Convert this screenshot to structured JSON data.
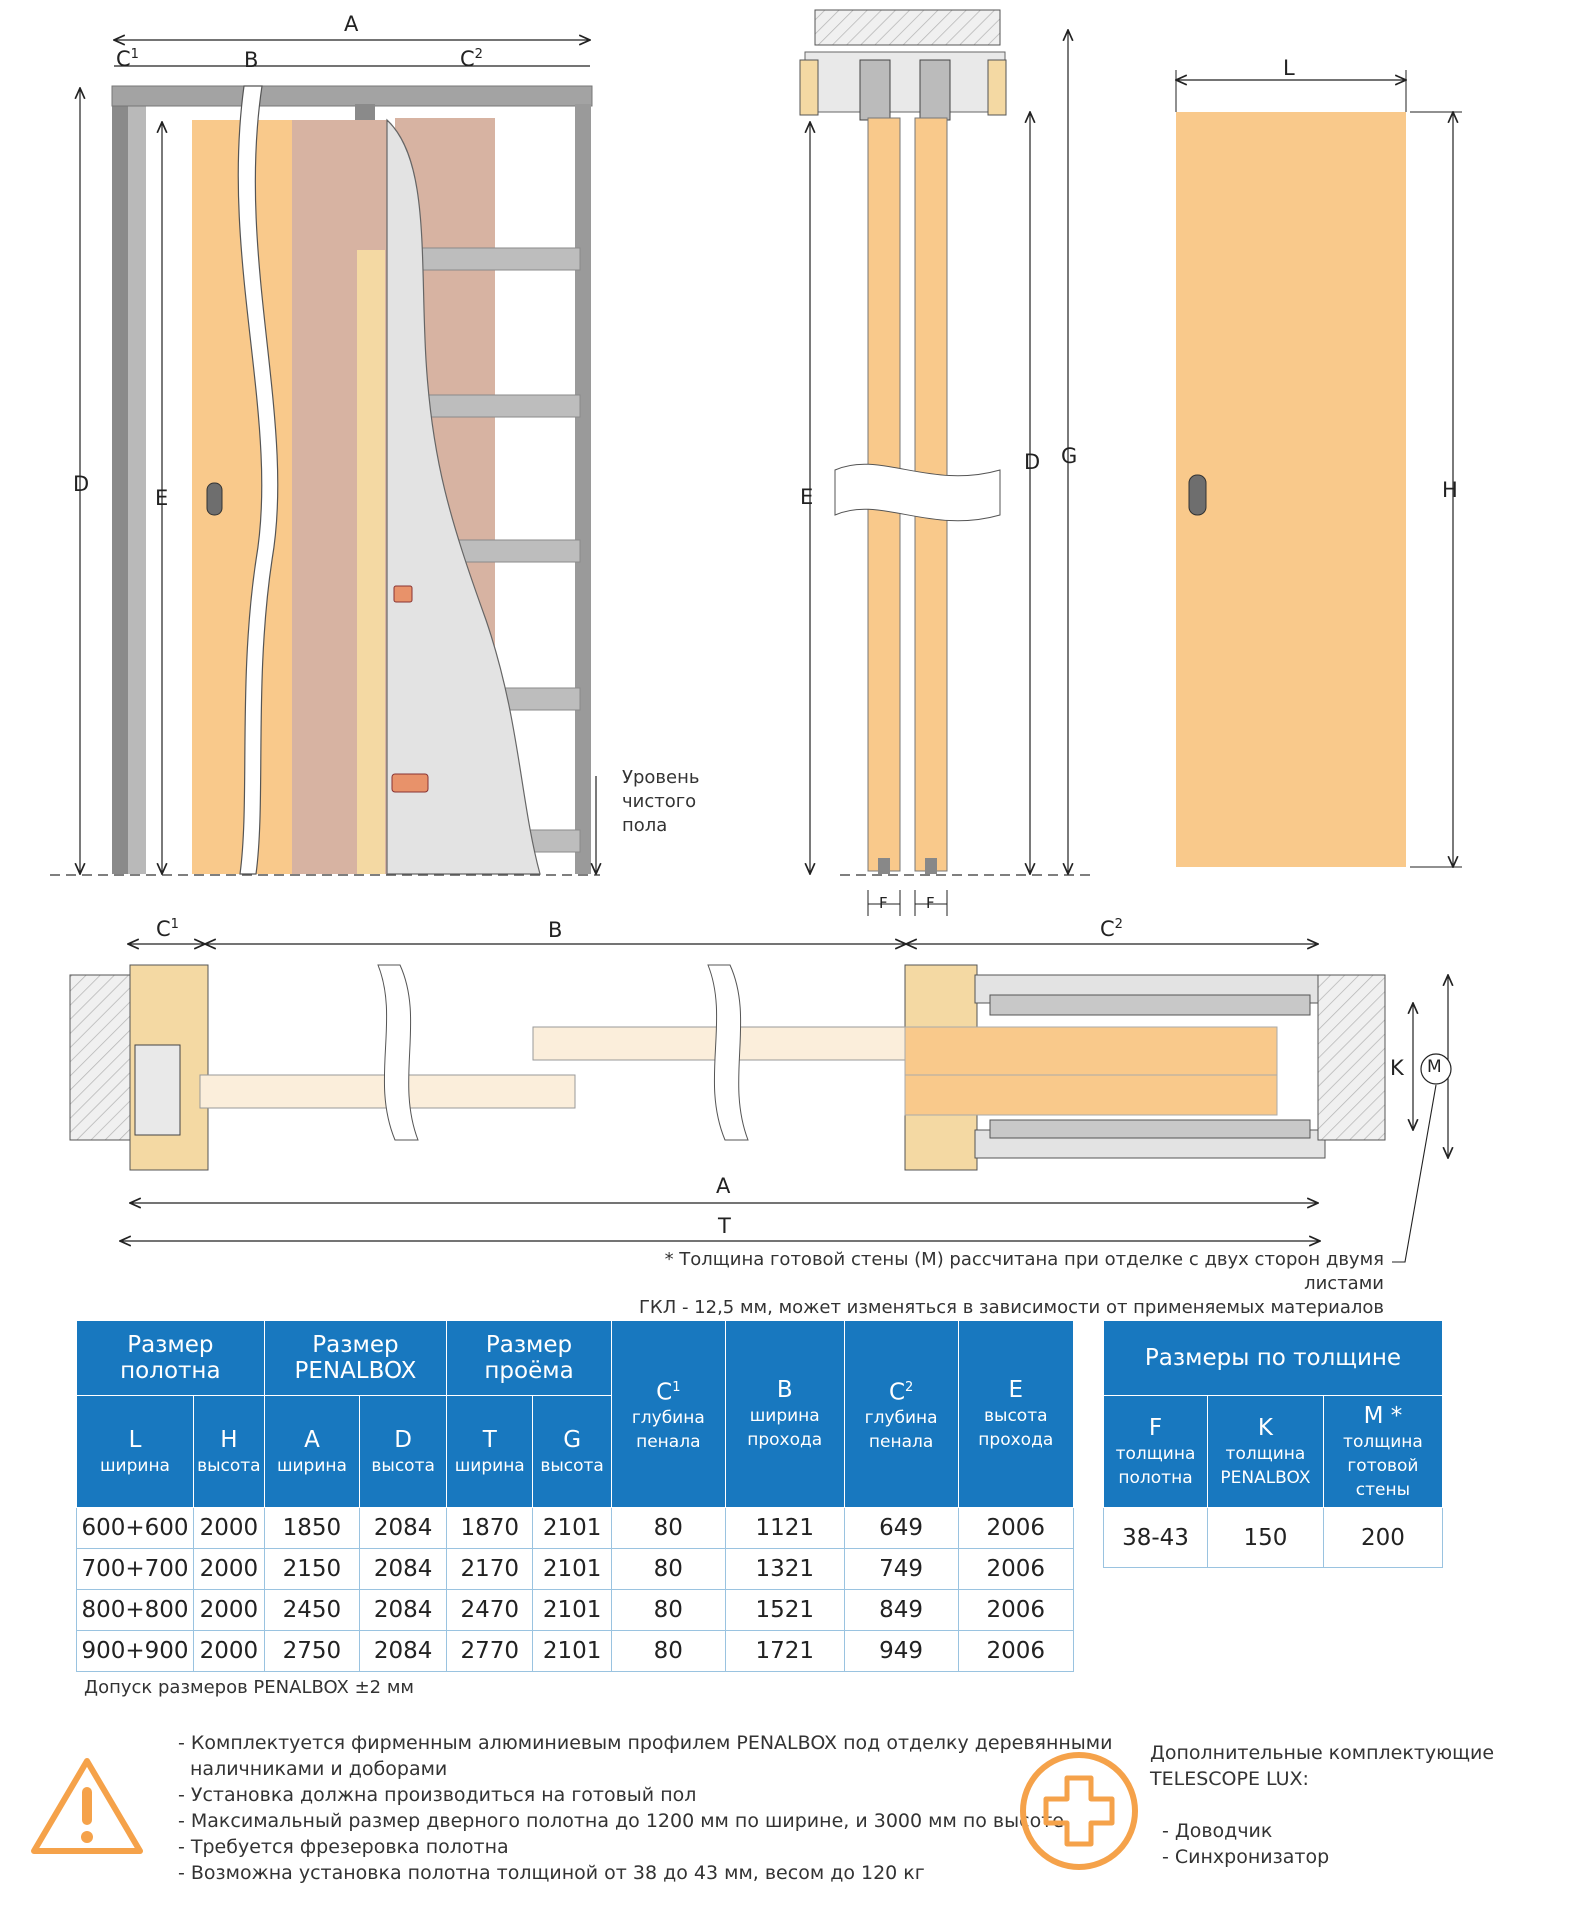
{
  "labels": {
    "A": "A",
    "B": "B",
    "C1": "C",
    "C1_sub": "1",
    "C2": "C",
    "C2_sub": "2",
    "D": "D",
    "E": "E",
    "F": "F",
    "G": "G",
    "H": "H",
    "K": "K",
    "L": "L",
    "M": "M",
    "T": "T"
  },
  "floor_level": [
    "Уровень",
    "чистого",
    "пола"
  ],
  "footnote": [
    "* Толщина готовой стены (М) рассчитана при отделке с двух сторон двумя листами",
    "ГКЛ - 12,5 мм, может изменяться в зависимости от применяемых материалов"
  ],
  "main_table": {
    "group_headers": [
      "Размер полотна",
      "Размер PENALBOX",
      "Размер  проёма"
    ],
    "columns": [
      {
        "letter": "L",
        "sub": "",
        "desc": "ширина"
      },
      {
        "letter": "H",
        "sub": "",
        "desc": "высота"
      },
      {
        "letter": "A",
        "sub": "",
        "desc": "ширина"
      },
      {
        "letter": "D",
        "sub": "",
        "desc": "высота"
      },
      {
        "letter": "T",
        "sub": "",
        "desc": "ширина"
      },
      {
        "letter": "G",
        "sub": "",
        "desc": "высота"
      },
      {
        "letter": "C",
        "sub": "1",
        "desc": "глубина пенала"
      },
      {
        "letter": "B",
        "sub": "",
        "desc": "ширина прохода"
      },
      {
        "letter": "C",
        "sub": "2",
        "desc": "глубина пенала"
      },
      {
        "letter": "E",
        "sub": "",
        "desc": "высота прохода"
      }
    ],
    "rows": [
      [
        "600+600",
        "2000",
        "1850",
        "2084",
        "1870",
        "2101",
        "80",
        "1121",
        "649",
        "2006"
      ],
      [
        "700+700",
        "2000",
        "2150",
        "2084",
        "2170",
        "2101",
        "80",
        "1321",
        "749",
        "2006"
      ],
      [
        "800+800",
        "2000",
        "2450",
        "2084",
        "2470",
        "2101",
        "80",
        "1521",
        "849",
        "2006"
      ],
      [
        "900+900",
        "2000",
        "2750",
        "2084",
        "2770",
        "2101",
        "80",
        "1721",
        "949",
        "2006"
      ]
    ]
  },
  "thickness_table": {
    "title": "Размеры по толщине",
    "columns": [
      {
        "letter": "F",
        "desc": "толщина полотна"
      },
      {
        "letter": "K",
        "desc": "толщина PENALBOX"
      },
      {
        "letter": "M *",
        "desc": "толщина готовой стены"
      }
    ],
    "row": [
      "38-43",
      "150",
      "200"
    ]
  },
  "tolerance": "Допуск размеров PENALBOX ±2 мм",
  "notes": [
    "- Комплектуется фирменным алюминиевым профилем PENALBOX под отделку деревянными",
    "  наличниками и доборами",
    "- Установка должна производиться на готовый пол",
    "- Максимальный размер дверного полотна до 1200 мм по ширине, и 3000 мм по высоте",
    "- Требуется фрезеровка полотна",
    "- Возможна установка полотна толщиной от 38 до 43 мм, весом до 120 кг"
  ],
  "extras": {
    "title": [
      "Дополнительные комплектующие",
      "TELESCOPE LUX:"
    ],
    "items": [
      "- Доводчик",
      "- Синхронизатор"
    ]
  },
  "colors": {
    "door": "#f9c98b",
    "door_dark": "#d7b3a2",
    "frame": "#8a8a8a",
    "drywall": "#e3e3e3",
    "table_header": "#1878bf",
    "table_border": "#9ac3e0",
    "warning": "#f5a24a"
  },
  "icons": [
    "warning-triangle-icon",
    "plus-circle-icon"
  ]
}
